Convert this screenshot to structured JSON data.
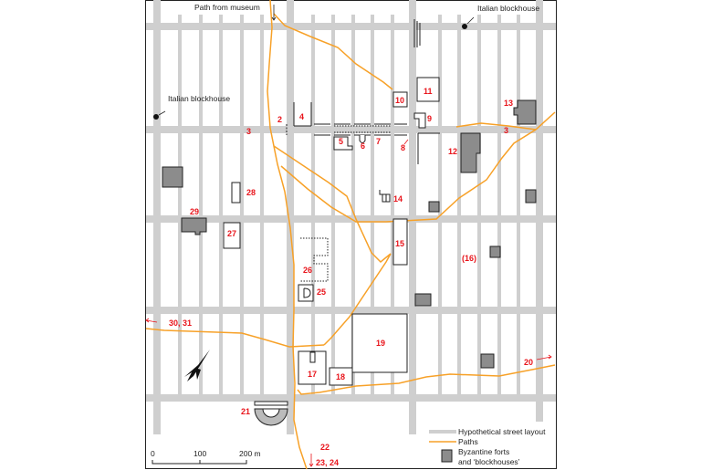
{
  "annotations": {
    "path_from_museum": "Path from museum",
    "italian_blockhouse_ne": "Italian blockhouse",
    "italian_blockhouse_w": "Italian blockhouse"
  },
  "sites": {
    "s2": "2",
    "s3a": "3",
    "s3b": "3",
    "s4": "4",
    "s5": "5",
    "s6": "6",
    "s7": "7",
    "s8": "8",
    "s9": "9",
    "s10": "10",
    "s11": "11",
    "s12": "12",
    "s13": "13",
    "s14": "14",
    "s15": "15",
    "s16": "(16)",
    "s17": "17",
    "s18": "18",
    "s19": "19",
    "s20": "20",
    "s21": "21",
    "s22": "22",
    "s23_24": "23, 24",
    "s25": "25",
    "s26": "26",
    "s27": "27",
    "s28": "28",
    "s29": "29",
    "s30_31": "30, 31"
  },
  "legend": {
    "streets": "Hypothetical street layout",
    "paths": "Paths",
    "forts_line1": "Byzantine forts",
    "forts_line2": "and ‘blockhouses’"
  },
  "scale": {
    "t0": "0",
    "t100": "100",
    "t200": "200 m"
  },
  "colors": {
    "street": "#cfcfcf",
    "path": "#f7a128",
    "fort": "#8c8c8c",
    "label": "#e8141b"
  }
}
